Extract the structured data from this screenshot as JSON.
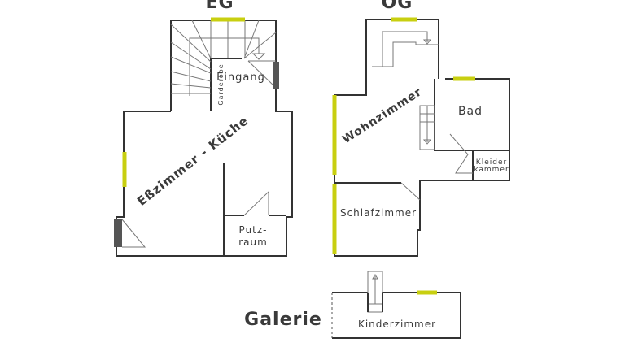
{
  "floors": {
    "eg": {
      "title": "EG",
      "rooms": {
        "entrance": "Eingang",
        "wardrobe": "Garderobe",
        "dining_kitchen": "Eßzimmer - Küche",
        "utility_1": "Putz-",
        "utility_2": "raum"
      }
    },
    "og": {
      "title": "OG",
      "rooms": {
        "living": "Wohnzimmer",
        "bath": "Bad",
        "closet_1": "Kleider",
        "closet_2": "kammer",
        "bedroom": "Schlafzimmer"
      }
    },
    "gallery": {
      "title": "Galerie",
      "rooms": {
        "kids": "Kinderzimmer"
      }
    }
  },
  "colors": {
    "window": "#c8cf10",
    "door": "#555555",
    "wall": "#333333"
  }
}
